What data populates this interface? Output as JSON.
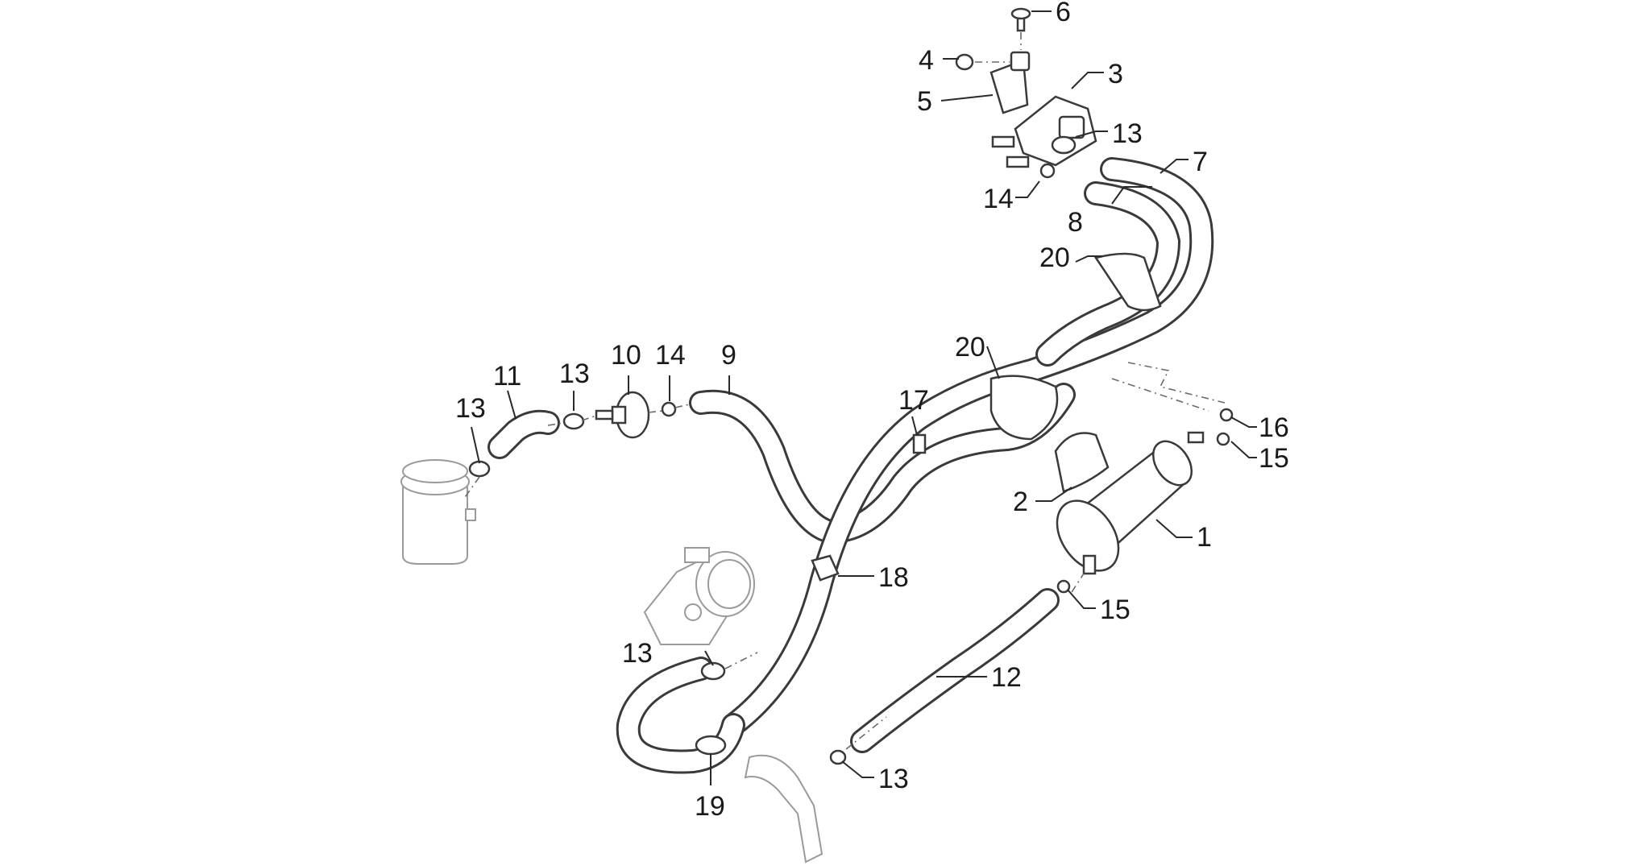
{
  "callouts": [
    {
      "id": "c1",
      "text": "1"
    },
    {
      "id": "c2",
      "text": "2"
    },
    {
      "id": "c3",
      "text": "3"
    },
    {
      "id": "c4",
      "text": "4"
    },
    {
      "id": "c5",
      "text": "5"
    },
    {
      "id": "c6",
      "text": "6"
    },
    {
      "id": "c7",
      "text": "7"
    },
    {
      "id": "c8",
      "text": "8"
    },
    {
      "id": "c9",
      "text": "9"
    },
    {
      "id": "c10",
      "text": "10"
    },
    {
      "id": "c11",
      "text": "11"
    },
    {
      "id": "c12",
      "text": "12"
    },
    {
      "id": "c13a",
      "text": "13"
    },
    {
      "id": "c13b",
      "text": "13"
    },
    {
      "id": "c13c",
      "text": "13"
    },
    {
      "id": "c13d",
      "text": "13"
    },
    {
      "id": "c13e",
      "text": "13"
    },
    {
      "id": "c14a",
      "text": "14"
    },
    {
      "id": "c14b",
      "text": "14"
    },
    {
      "id": "c15a",
      "text": "15"
    },
    {
      "id": "c15b",
      "text": "15"
    },
    {
      "id": "c16",
      "text": "16"
    },
    {
      "id": "c17",
      "text": "17"
    },
    {
      "id": "c18",
      "text": "18"
    },
    {
      "id": "c19",
      "text": "19"
    },
    {
      "id": "c20a",
      "text": "20"
    },
    {
      "id": "c20b",
      "text": "20"
    }
  ],
  "colors": {
    "line": "#3a3a3a",
    "ghost": "#9a9a9a",
    "background": "#ffffff"
  }
}
